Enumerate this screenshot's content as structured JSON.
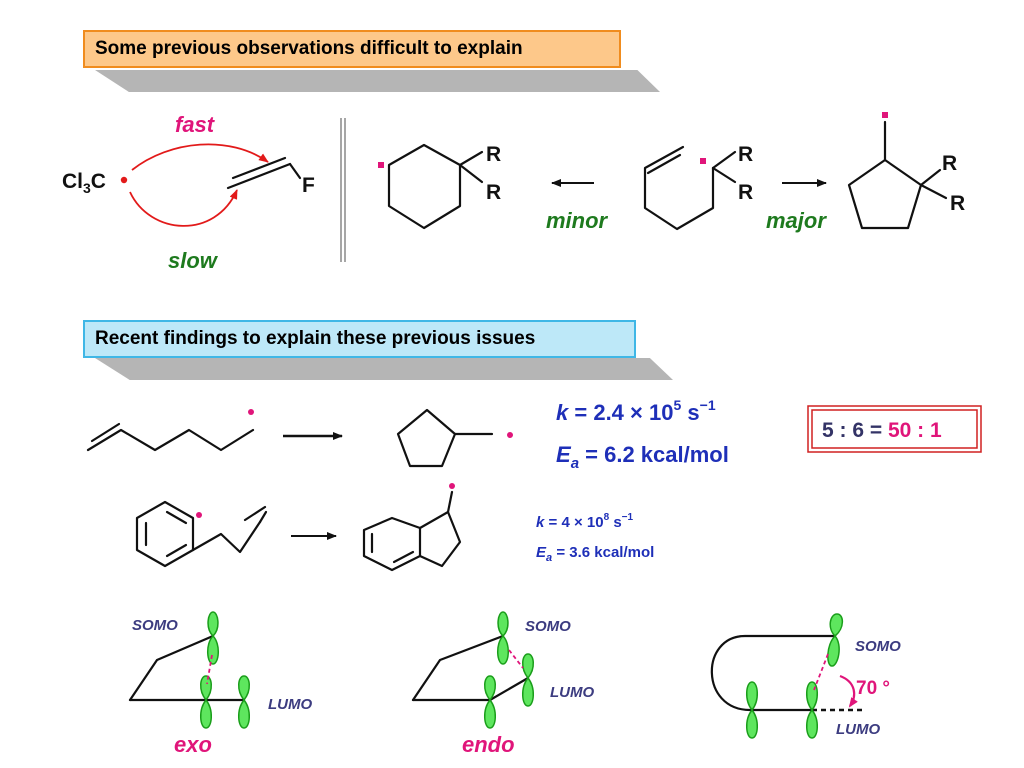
{
  "banners": {
    "top": "Some previous observations difficult to explain",
    "middle": "Recent findings to explain these previous issues"
  },
  "colors": {
    "top_banner_fill": "#fdc88a",
    "top_banner_border": "#f08c1e",
    "middle_banner_fill": "#bde8f8",
    "middle_banner_border": "#3fb7e6",
    "radical": "#e0157a",
    "arrow_red": "#e21a1a",
    "green_label": "#1e7a1e",
    "blue_kinetics": "#1e2fb8",
    "orbital": "#5ee65e"
  },
  "top_left": {
    "reagent": "Cl3C",
    "reagent_main": "Cl",
    "reagent_sub": "3",
    "reagent_tail": "C",
    "substituent": "F",
    "fast_label": "fast",
    "slow_label": "slow"
  },
  "top_right": {
    "r_label": "R",
    "minor_label": "minor",
    "major_label": "major"
  },
  "kinetics": {
    "hexenyl": {
      "k_symbol": "k",
      "k_value": "= 2.4 × 10",
      "k_exponent": "5",
      "k_units": "s",
      "k_units_exp": "−1",
      "ea_symbol": "E",
      "ea_sub": "a",
      "ea_value": "= 6.2 kcal/mol"
    },
    "aryl": {
      "k_symbol": "k",
      "k_value": "= 4 × 10",
      "k_exponent": "8",
      "k_units": "s",
      "k_units_exp": "−1",
      "ea_symbol": "E",
      "ea_sub": "a",
      "ea_value": "= 3.6 kcal/mol"
    }
  },
  "ratio": {
    "prefix": "5 : 6 =",
    "value": "50 : 1"
  },
  "orbitals": {
    "somo": "SOMO",
    "lumo": "LUMO",
    "exo": "exo",
    "endo": "endo",
    "angle": "70 °"
  },
  "icons": [
    "radical-dot-icon",
    "reaction-arrow-icon",
    "p-orbital-icon"
  ]
}
